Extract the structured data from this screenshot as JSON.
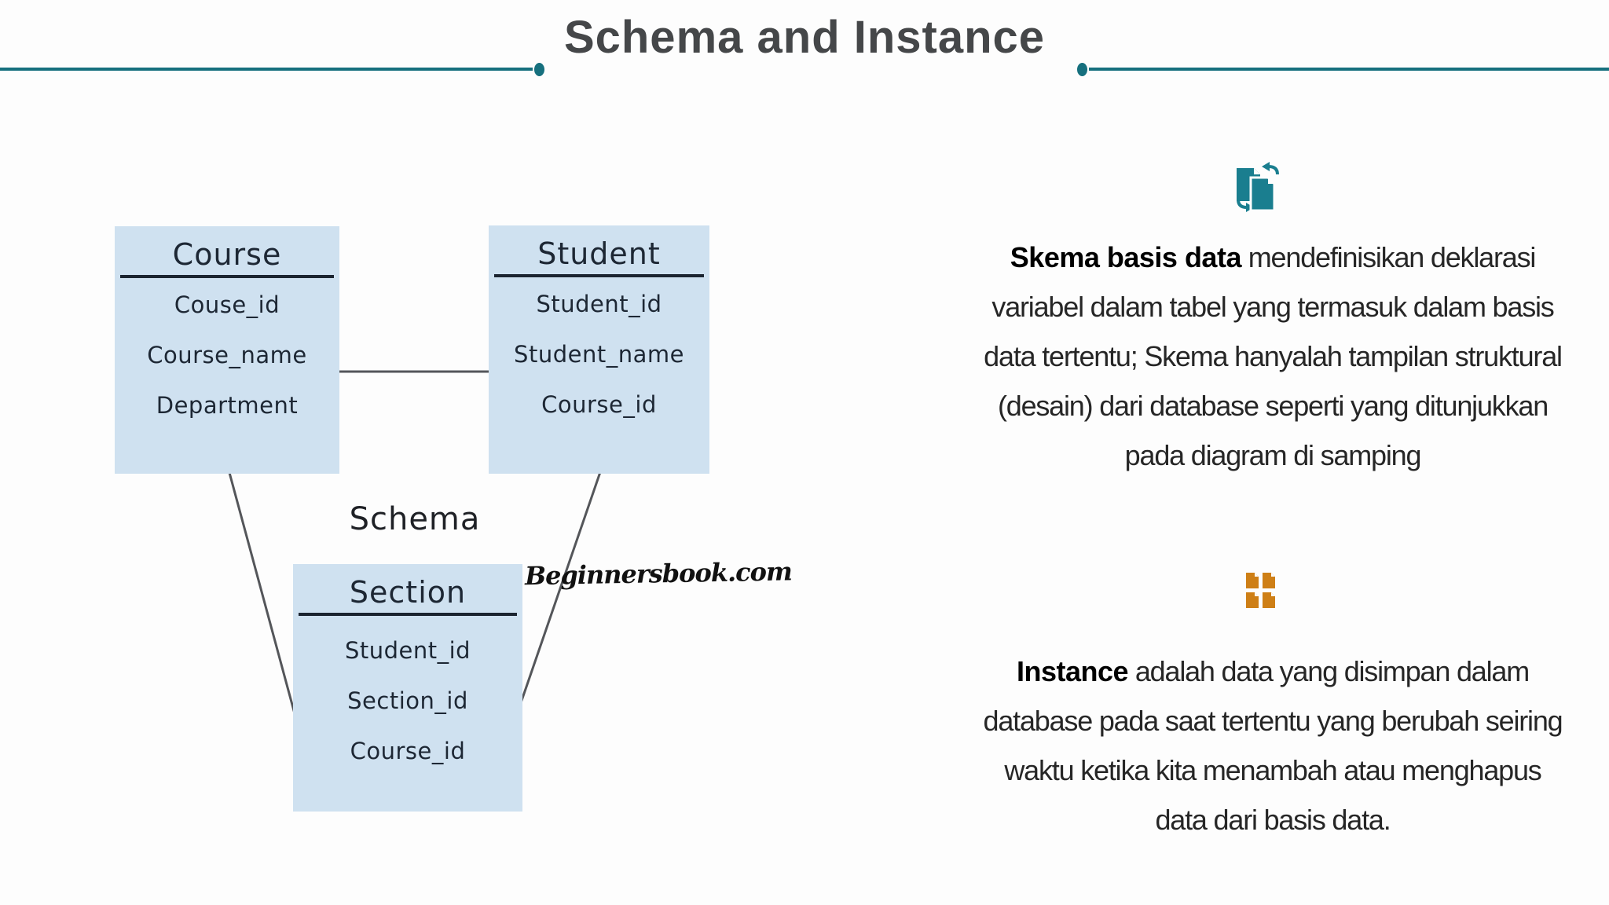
{
  "title": "Schema and Instance",
  "diagram": {
    "schema_label": "Schema",
    "watermark": "Beginnersbook.com",
    "tables": [
      {
        "name": "Course",
        "fields": [
          "Couse_id",
          "Course_name",
          "Department"
        ]
      },
      {
        "name": "Student",
        "fields": [
          "Student_id",
          "Student_name",
          "Course_id"
        ]
      },
      {
        "name": "Section",
        "fields": [
          "Student_id",
          "Section_id",
          "Course_id"
        ]
      }
    ]
  },
  "panels": {
    "schema": {
      "icon": "sync-documents-icon",
      "lead": "Skema basis data",
      "lines": [
        " mendefinisikan deklarasi",
        "variabel dalam tabel yang termasuk dalam basis",
        "data tertentu; Skema hanyalah tampilan struktural",
        "(desain) dari database seperti yang ditunjukkan",
        "pada diagram di samping"
      ]
    },
    "instance": {
      "icon": "documents-grid-icon",
      "lead": "Instance",
      "lines": [
        " adalah data yang disimpan dalam",
        "database pada saat tertentu yang berubah seiring",
        "waktu ketika kita menambah atau menghapus",
        "data dari basis data."
      ]
    }
  },
  "colors": {
    "accent_teal": "#16707e",
    "icon_teal": "#1a7e8f",
    "icon_orange": "#ce7f16",
    "table_fill": "#cfe1f0",
    "table_line": "#1b2430",
    "table_text": "#1d2734",
    "connector_gray": "#54565a",
    "title_gray": "#454749",
    "body_text": "#262626",
    "watermark_black": "#111111",
    "background": "#fdfdfd"
  }
}
